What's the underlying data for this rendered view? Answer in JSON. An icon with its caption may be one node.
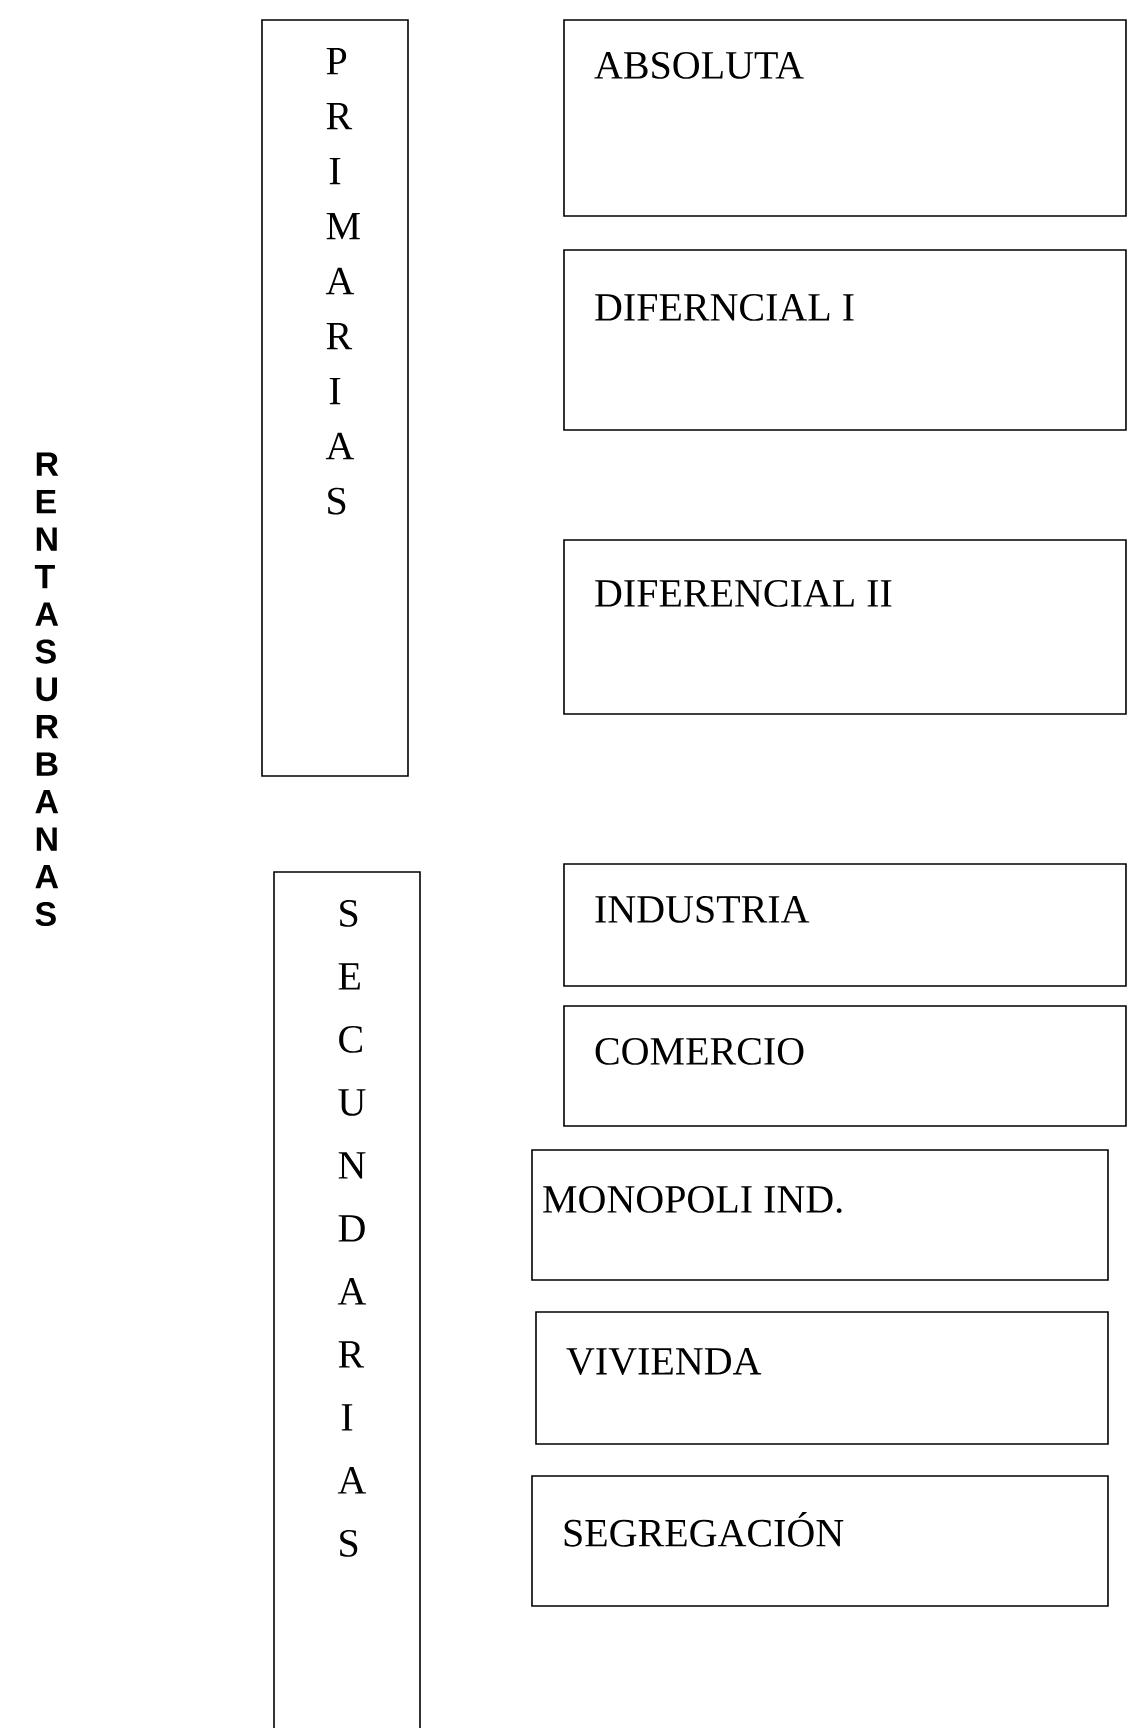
{
  "diagram": {
    "nodes": [
      {
        "text": [
          "PRIMARIAS"
        ]
      },
      {
        "text": [
          "ABSOLUTA"
        ]
      },
      {
        "text": [
          "DIFERNCIAL I"
        ]
      },
      {
        "text": [
          "DIFERENCIAL II"
        ]
      },
      {
        "text": [
          "SECUNDARIAS"
        ]
      },
      {
        "text": [
          "INDUSTRIA"
        ]
      },
      {
        "text": [
          "COMERCIO"
        ]
      },
      {
        "text": [
          "MONOPOLI IND."
        ]
      },
      {
        "text": [
          "VIVIENDA"
        ]
      },
      {
        "text": [
          "SEGREGACIÓN"
        ]
      }
    ],
    "labels": [
      "RENTAS URBANAS"
    ]
  }
}
